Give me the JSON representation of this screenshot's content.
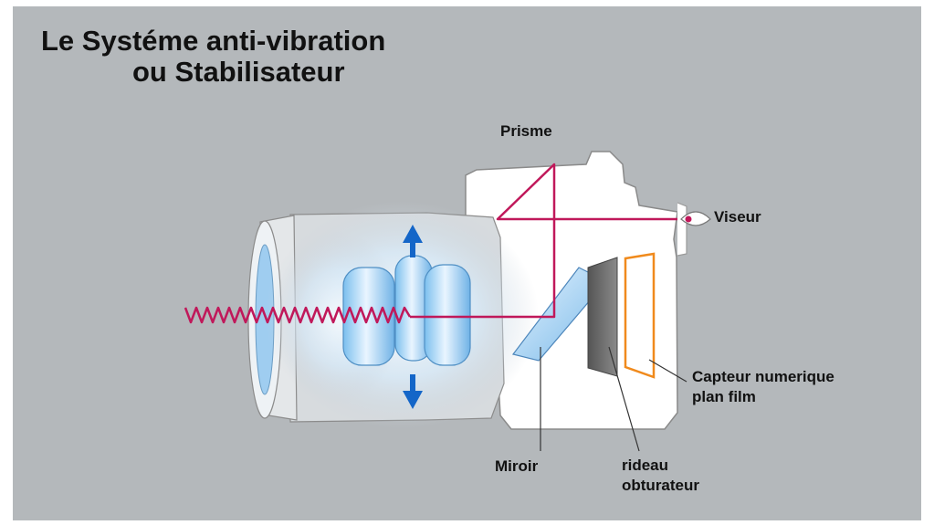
{
  "title": {
    "line1": "Le Systéme anti-vibration",
    "line2": "ou Stabilisateur"
  },
  "labels": {
    "prisme": "Prisme",
    "viseur": "Viseur",
    "capteur_line1": "Capteur numerique",
    "capteur_line2": "plan film",
    "miroir": "Miroir",
    "rideau_line1": "rideau",
    "rideau_line2": "obturateur"
  },
  "colors": {
    "background": "#b4b8bb",
    "light_ray": "#c0185a",
    "lens_glass": "#8ec8ee",
    "arrow": "#1466c8",
    "sensor_outline": "#f08a1c",
    "body": "#ffffff"
  }
}
